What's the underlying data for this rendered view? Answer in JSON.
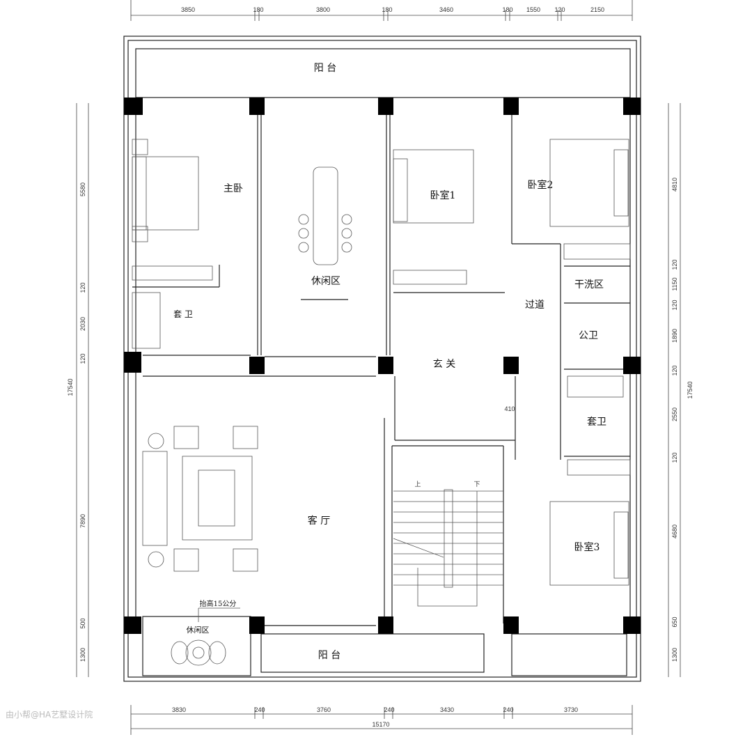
{
  "rooms": {
    "balcony_top": "阳 台",
    "master_bedroom": "主卧",
    "lounge": "休闲区",
    "bedroom1": "卧室1",
    "bedroom2": "卧室2",
    "dry_area": "干洗区",
    "corridor": "过道",
    "public_bath": "公卫",
    "foyer": "玄 关",
    "ensuite_right": "套卫",
    "ensuite_left": "套 卫",
    "living_room": "客 厅",
    "bedroom3": "卧室3",
    "lounge_bottom": "休闲区",
    "balcony_bottom": "阳 台"
  },
  "notes": {
    "step_height": "抬高15公分",
    "cabinet": "410",
    "stair_up": "上",
    "stair_down": "下"
  },
  "dimensions": {
    "top": [
      "3850",
      "180",
      "3800",
      "180",
      "3460",
      "180",
      "1550",
      "120",
      "2150"
    ],
    "bottom": [
      "3830",
      "240",
      "3760",
      "240",
      "3430",
      "240",
      "3730"
    ],
    "bottom_total": "15170",
    "left": [
      "5580",
      "120",
      "2030",
      "120",
      "7890",
      "500",
      "1300"
    ],
    "left_total": "17540",
    "right": [
      "4810",
      "120",
      "1150",
      "120",
      "1890",
      "120",
      "2550",
      "120",
      "4680",
      "650",
      "1300"
    ],
    "right_total": "17540"
  },
  "watermark": "由小帮@HA艺墅设计院"
}
